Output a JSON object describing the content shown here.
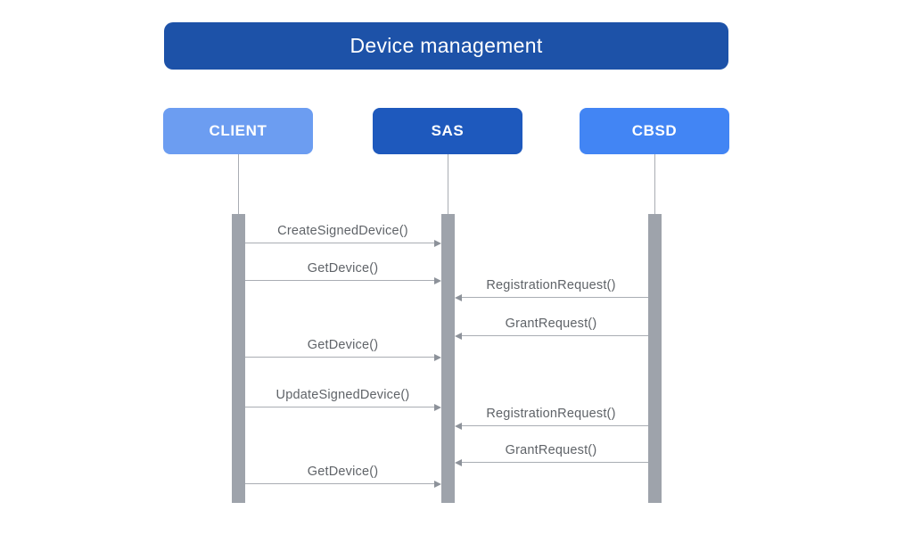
{
  "title": "Device management",
  "colors": {
    "background": "#FFFFFF",
    "header_bg": "#1D52A8",
    "actor_text": "#FFFFFF",
    "activation_bar": "#9EA3AB",
    "arrow_line": "#A9ADB3",
    "arrow_head": "#8D929A",
    "message_text": "#5F6368"
  },
  "actors": [
    {
      "id": "client",
      "label": "CLIENT",
      "color": "#6C9DF1"
    },
    {
      "id": "sas",
      "label": "SAS",
      "color": "#1E59BD"
    },
    {
      "id": "cbsd",
      "label": "CBSD",
      "color": "#4285F4"
    }
  ],
  "messages": [
    {
      "from": "client",
      "to": "sas",
      "label": "CreateSignedDevice()"
    },
    {
      "from": "client",
      "to": "sas",
      "label": "GetDevice()"
    },
    {
      "from": "cbsd",
      "to": "sas",
      "label": "RegistrationRequest()"
    },
    {
      "from": "cbsd",
      "to": "sas",
      "label": "GrantRequest()"
    },
    {
      "from": "client",
      "to": "sas",
      "label": "GetDevice()"
    },
    {
      "from": "client",
      "to": "sas",
      "label": "UpdateSignedDevice()"
    },
    {
      "from": "cbsd",
      "to": "sas",
      "label": "RegistrationRequest()"
    },
    {
      "from": "cbsd",
      "to": "sas",
      "label": "GrantRequest()"
    },
    {
      "from": "client",
      "to": "sas",
      "label": "GetDevice()"
    }
  ]
}
